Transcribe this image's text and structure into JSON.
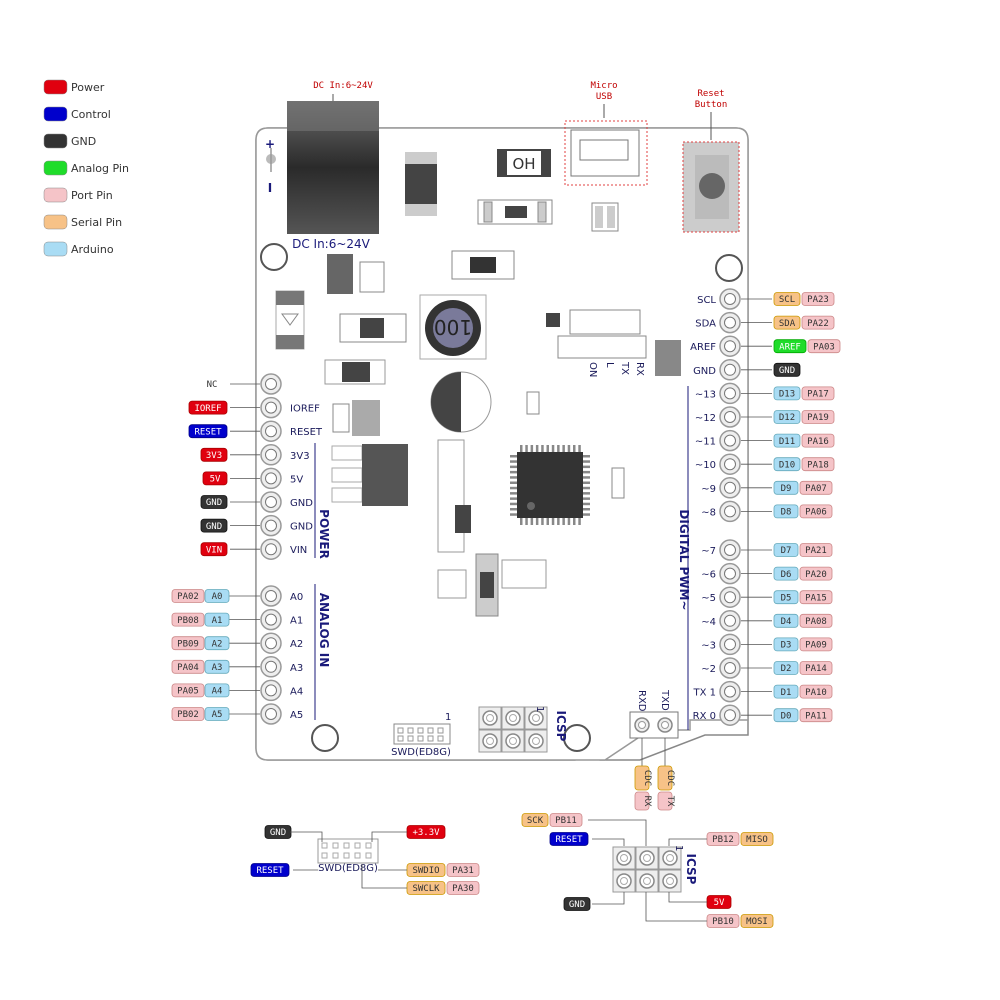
{
  "colors": {
    "power": "#e0000f",
    "control": "#0000cc",
    "gnd": "#333333",
    "analog": "#1fdc2a",
    "port": "#f5c4c8",
    "serial": "#f7c287",
    "arduino": "#a9dcf4",
    "board_outline": "#888888",
    "title_blue": "#1a1a7a"
  },
  "legend": [
    {
      "label": "Power",
      "color": "power"
    },
    {
      "label": "Control",
      "color": "control"
    },
    {
      "label": "GND",
      "color": "gnd"
    },
    {
      "label": "Analog Pin",
      "color": "analog"
    },
    {
      "label": "Port Pin",
      "color": "port"
    },
    {
      "label": "Serial Pin",
      "color": "serial"
    },
    {
      "label": "Arduino",
      "color": "arduino"
    }
  ],
  "annotations": {
    "dc_in_top": "DC In:6~24V",
    "dc_in_board": "DC In:6~24V",
    "micro_usb": [
      "Micro",
      "USB"
    ],
    "reset_button": [
      "Reset",
      "Button"
    ],
    "oh_marking": "OH",
    "inductor_marking": "100",
    "plus": "+",
    "minus": "I"
  },
  "section_titles": {
    "power": "POWER",
    "analog_in": "ANALOG IN",
    "digital": "DIGITAL PWM~",
    "icsp": "ICSP",
    "swd": "SWD(ED8G)",
    "icsp_one": "1",
    "swd_one": "1"
  },
  "led_labels": [
    "ON",
    "L",
    "TX",
    "RX"
  ],
  "left_header": [
    {
      "board": "",
      "tags": [
        {
          "text": "NC",
          "kind": "plain"
        }
      ]
    },
    {
      "board": "IOREF",
      "tags": [
        {
          "text": "IOREF",
          "kind": "power"
        }
      ]
    },
    {
      "board": "RESET",
      "tags": [
        {
          "text": "RESET",
          "kind": "control"
        }
      ]
    },
    {
      "board": "3V3",
      "tags": [
        {
          "text": "3V3",
          "kind": "power"
        }
      ]
    },
    {
      "board": "5V",
      "tags": [
        {
          "text": "5V",
          "kind": "power"
        }
      ]
    },
    {
      "board": "GND",
      "tags": [
        {
          "text": "GND",
          "kind": "gnd"
        }
      ]
    },
    {
      "board": "GND",
      "tags": [
        {
          "text": "GND",
          "kind": "gnd"
        }
      ]
    },
    {
      "board": "VIN",
      "tags": [
        {
          "text": "VIN",
          "kind": "power"
        }
      ]
    }
  ],
  "analog_header": [
    {
      "board": "A0",
      "tags": [
        {
          "text": "PA02",
          "kind": "port"
        },
        {
          "text": "A0",
          "kind": "arduino"
        }
      ]
    },
    {
      "board": "A1",
      "tags": [
        {
          "text": "PB08",
          "kind": "port"
        },
        {
          "text": "A1",
          "kind": "arduino"
        }
      ]
    },
    {
      "board": "A2",
      "tags": [
        {
          "text": "PB09",
          "kind": "port"
        },
        {
          "text": "A2",
          "kind": "arduino"
        }
      ]
    },
    {
      "board": "A3",
      "tags": [
        {
          "text": "PA04",
          "kind": "port"
        },
        {
          "text": "A3",
          "kind": "arduino"
        }
      ]
    },
    {
      "board": "A4",
      "tags": [
        {
          "text": "PA05",
          "kind": "port"
        },
        {
          "text": "A4",
          "kind": "arduino"
        }
      ]
    },
    {
      "board": "A5",
      "tags": [
        {
          "text": "PB02",
          "kind": "port"
        },
        {
          "text": "A5",
          "kind": "arduino"
        }
      ]
    }
  ],
  "right_header_top": [
    {
      "board": "SCL",
      "tags": [
        {
          "text": "SCL",
          "kind": "serial"
        },
        {
          "text": "PA23",
          "kind": "port"
        }
      ]
    },
    {
      "board": "SDA",
      "tags": [
        {
          "text": "SDA",
          "kind": "serial"
        },
        {
          "text": "PA22",
          "kind": "port"
        }
      ]
    },
    {
      "board": "AREF",
      "tags": [
        {
          "text": "AREF",
          "kind": "analog"
        },
        {
          "text": "PA03",
          "kind": "port"
        }
      ]
    },
    {
      "board": "GND",
      "tags": [
        {
          "text": "GND",
          "kind": "gnd"
        }
      ]
    },
    {
      "board": "~13",
      "tags": [
        {
          "text": "D13",
          "kind": "arduino"
        },
        {
          "text": "PA17",
          "kind": "port"
        }
      ]
    },
    {
      "board": "~12",
      "tags": [
        {
          "text": "D12",
          "kind": "arduino"
        },
        {
          "text": "PA19",
          "kind": "port"
        }
      ]
    },
    {
      "board": "~11",
      "tags": [
        {
          "text": "D11",
          "kind": "arduino"
        },
        {
          "text": "PA16",
          "kind": "port"
        }
      ]
    },
    {
      "board": "~10",
      "tags": [
        {
          "text": "D10",
          "kind": "arduino"
        },
        {
          "text": "PA18",
          "kind": "port"
        }
      ]
    },
    {
      "board": "~9",
      "tags": [
        {
          "text": "D9",
          "kind": "arduino"
        },
        {
          "text": "PA07",
          "kind": "port"
        }
      ]
    },
    {
      "board": "~8",
      "tags": [
        {
          "text": "D8",
          "kind": "arduino"
        },
        {
          "text": "PA06",
          "kind": "port"
        }
      ]
    }
  ],
  "right_header_bottom": [
    {
      "board": "~7",
      "tags": [
        {
          "text": "D7",
          "kind": "arduino"
        },
        {
          "text": "PA21",
          "kind": "port"
        }
      ]
    },
    {
      "board": "~6",
      "tags": [
        {
          "text": "D6",
          "kind": "arduino"
        },
        {
          "text": "PA20",
          "kind": "port"
        }
      ]
    },
    {
      "board": "~5",
      "tags": [
        {
          "text": "D5",
          "kind": "arduino"
        },
        {
          "text": "PA15",
          "kind": "port"
        }
      ]
    },
    {
      "board": "~4",
      "tags": [
        {
          "text": "D4",
          "kind": "arduino"
        },
        {
          "text": "PA08",
          "kind": "port"
        }
      ]
    },
    {
      "board": "~3",
      "tags": [
        {
          "text": "D3",
          "kind": "arduino"
        },
        {
          "text": "PA09",
          "kind": "port"
        }
      ]
    },
    {
      "board": "~2",
      "tags": [
        {
          "text": "D2",
          "kind": "arduino"
        },
        {
          "text": "PA14",
          "kind": "port"
        }
      ]
    },
    {
      "board": "TX 1",
      "tags": [
        {
          "text": "D1",
          "kind": "arduino"
        },
        {
          "text": "PA10",
          "kind": "port"
        }
      ]
    },
    {
      "board": "RX 0",
      "tags": [
        {
          "text": "D0",
          "kind": "arduino"
        },
        {
          "text": "PA11",
          "kind": "port"
        }
      ]
    }
  ],
  "cdc_header": {
    "labels": [
      "RXD",
      "TXD"
    ],
    "tags": [
      [
        "CDC",
        "RX"
      ],
      [
        "CDC",
        "TX"
      ]
    ]
  },
  "swd_detail": {
    "label": "SWD(ED8G)",
    "left_tags": [
      {
        "text": "GND",
        "kind": "gnd"
      },
      {
        "text": "RESET",
        "kind": "control"
      }
    ],
    "right_tags": [
      [
        {
          "text": "+3.3V",
          "kind": "power"
        }
      ],
      [
        {
          "text": "SWDIO",
          "kind": "serial"
        },
        {
          "text": "PA31",
          "kind": "port"
        }
      ],
      [
        {
          "text": "SWCLK",
          "kind": "serial"
        },
        {
          "text": "PA30",
          "kind": "port"
        }
      ]
    ]
  },
  "icsp_detail": {
    "label": "ICSP",
    "one": "1",
    "top_tags": [
      [
        {
          "text": "SCK",
          "kind": "serial"
        },
        {
          "text": "PB11",
          "kind": "port"
        }
      ],
      [
        {
          "text": "RESET",
          "kind": "control"
        }
      ],
      [
        {
          "text": "PB12",
          "kind": "port"
        },
        {
          "text": "MISO",
          "kind": "serial"
        }
      ]
    ],
    "bottom_tags": [
      [
        {
          "text": "GND",
          "kind": "gnd"
        }
      ],
      [
        {
          "text": "5V",
          "kind": "power"
        }
      ],
      [
        {
          "text": "PB10",
          "kind": "port"
        },
        {
          "text": "MOSI",
          "kind": "serial"
        }
      ]
    ]
  }
}
